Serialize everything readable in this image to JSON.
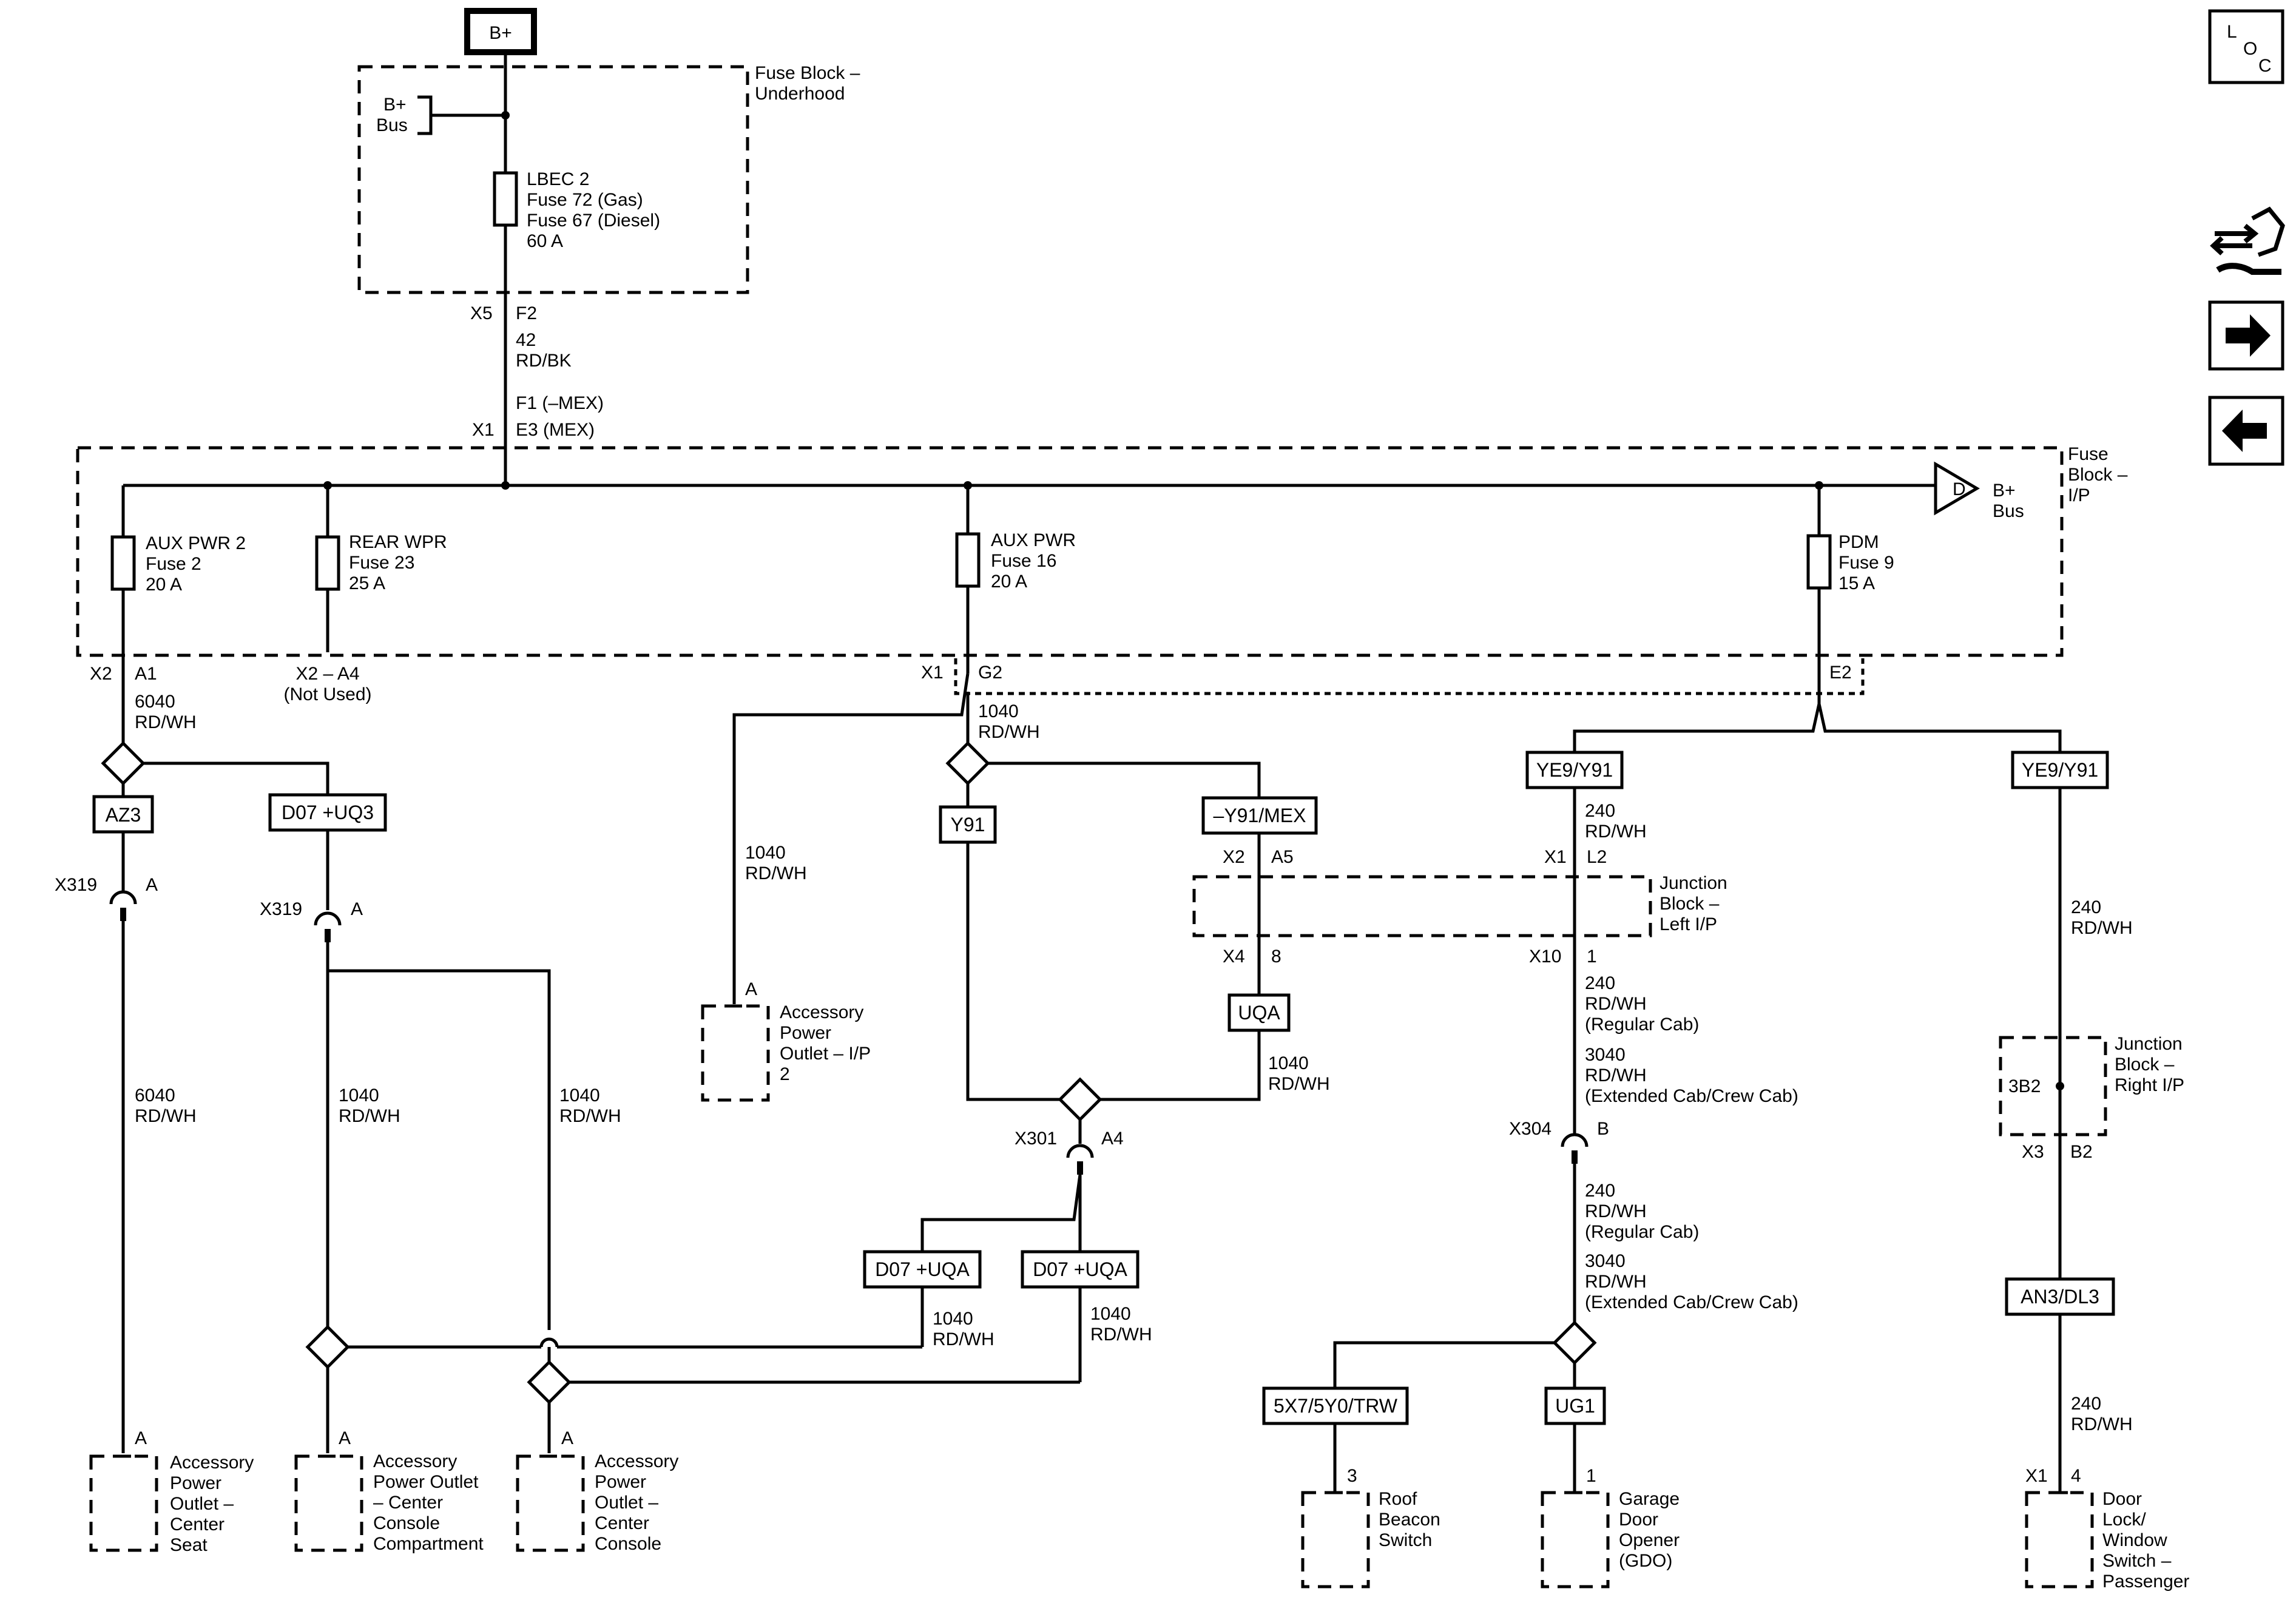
{
  "power_source": {
    "label": "B+"
  },
  "underhood": {
    "title_l1": "Fuse Block –",
    "title_l2": "Underhood",
    "bus_l1": "B+",
    "bus_l2": "Bus",
    "fuse_l1": "LBEC 2",
    "fuse_l2": "Fuse 72 (Gas)",
    "fuse_l3": "Fuse 67 (Diesel)",
    "fuse_l4": "60 A",
    "conn": "X5",
    "pin": "F2"
  },
  "feed_wire": {
    "circuit": "42",
    "color": "RD/BK",
    "pin_l1": "F1 (–MEX)",
    "pin_l2": "E3 (MEX)",
    "conn": "X1"
  },
  "ip_block": {
    "title_l1": "Fuse",
    "title_l2": "Block –",
    "title_l3": "I/P",
    "bus_marker": "D",
    "bus_l1": "B+",
    "bus_l2": "Bus",
    "fuses": [
      {
        "l1": "AUX PWR 2",
        "l2": "Fuse 2",
        "l3": "20 A"
      },
      {
        "l1": "REAR WPR",
        "l2": "Fuse 23",
        "l3": "25 A"
      },
      {
        "l1": "AUX PWR",
        "l2": "Fuse 16",
        "l3": "20 A"
      },
      {
        "l1": "PDM",
        "l2": "Fuse 9",
        "l3": "15 A"
      }
    ],
    "out1_conn": "X2",
    "out1_pin": "A1",
    "out2_l1": "X2 – A4",
    "out2_l2": "(Not Used)",
    "out3_conn": "X1",
    "out3_pin": "G2",
    "out4_pin": "E2"
  },
  "wires": {
    "w6040_a": "6040",
    "w6040_b": "RD/WH",
    "w1040": "1040",
    "rdwh": "RD/WH",
    "w240": "240",
    "w3040": "3040",
    "regular_cab": "(Regular Cab)",
    "extended_cab": "(Extended Cab/Crew Cab)"
  },
  "options": {
    "az3": "AZ3",
    "d07_uq3": "D07 +UQ3",
    "y91": "Y91",
    "y91_mex": "–Y91/MEX",
    "ye9_y91": "YE9/Y91",
    "uqa": "UQA",
    "d07_uqa": "D07 +UQA",
    "trw": "5X7/5Y0/TRW",
    "ug1": "UG1",
    "an3": "AN3/DL3"
  },
  "connectors": {
    "x319": "X319",
    "pin_a": "A",
    "x301": "X301",
    "pin_a4": "A4",
    "x2": "X2",
    "pin_a5": "A5",
    "x4": "X4",
    "pin_8": "8",
    "x1": "X1",
    "pin_l2": "L2",
    "x10": "X10",
    "pin_1": "1",
    "x304": "X304",
    "pin_b": "B",
    "x3": "X3",
    "pin_b2": "B2",
    "pin_3": "3",
    "pin_4": "4"
  },
  "jb_left": {
    "l1": "Junction",
    "l2": "Block –",
    "l3": "Left I/P"
  },
  "jb_right": {
    "l1": "Junction",
    "l2": "Block –",
    "l3": "Right I/P",
    "splice": "3B2"
  },
  "components": {
    "apo_ip": [
      "Accessory",
      "Power",
      "Outlet – I/P",
      "2"
    ],
    "apo_seat": [
      "Accessory",
      "Power",
      "Outlet –",
      "Center",
      "Seat"
    ],
    "apo_ccc": [
      "Accessory",
      "Power Outlet",
      "– Center",
      "Console",
      "Compartment"
    ],
    "apo_cc": [
      "Accessory",
      "Power",
      "Outlet –",
      "Center",
      "Console"
    ],
    "roof": [
      "Roof",
      "Beacon",
      "Switch"
    ],
    "gdo": [
      "Garage",
      "Door",
      "Opener",
      "(GDO)"
    ],
    "door": [
      "Door",
      "Lock/",
      "Window",
      "Switch –",
      "Passenger"
    ]
  },
  "nav": {
    "loc_l": "L",
    "loc_o": "O",
    "loc_c": "C",
    "icon_connector": "connector-view-icon",
    "icon_next": "arrow-right-icon",
    "icon_prev": "arrow-left-icon"
  }
}
